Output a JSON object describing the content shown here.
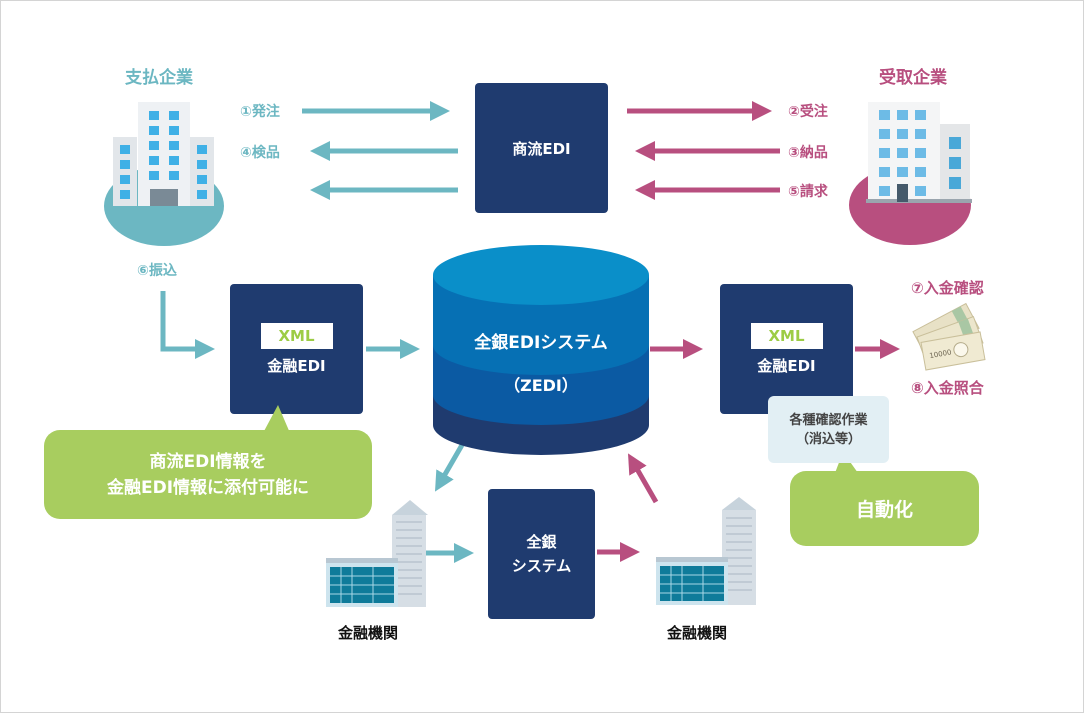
{
  "diagram": {
    "payer": {
      "label": "支払企業",
      "color": "#6cb7c2"
    },
    "payee": {
      "label": "受取企業",
      "color": "#b84f7f"
    },
    "steps": {
      "s1": "①発注",
      "s2": "②受注",
      "s3": "③納品",
      "s4": "④検品",
      "s5": "⑤請求",
      "s6": "⑥振込",
      "s7": "⑦入金確認",
      "s8": "⑧入金照合"
    },
    "commerce_edi": {
      "label": "商流EDI"
    },
    "fin_edi_left": {
      "tag": "XML",
      "label": "金融EDI"
    },
    "fin_edi_right": {
      "tag": "XML",
      "label": "金融EDI"
    },
    "zedi": {
      "line1": "全銀EDIシステム",
      "line2": "（ZEDI）"
    },
    "zengin": {
      "line1": "全銀",
      "line2": "システム"
    },
    "bank_left": {
      "label": "金融機関"
    },
    "bank_right": {
      "label": "金融機関"
    },
    "bubble_left": {
      "line1": "商流EDI情報を",
      "line2": "金融EDI情報に添付可能に"
    },
    "note_right": {
      "line1": "各種確認作業",
      "line2": "（消込等）"
    },
    "bubble_right": {
      "label": "自動化"
    },
    "banknote": {
      "value": "10000"
    },
    "colors": {
      "teal": "#6cb7c2",
      "pink": "#b84f7f",
      "navy": "#1f3b6f",
      "green": "#a8cd5f",
      "cyl_top": "#0a8fc9",
      "cyl_mid": "#0670b4",
      "cyl_low": "#0b5aa3",
      "cyl_bottom": "#1f3b6f"
    }
  }
}
